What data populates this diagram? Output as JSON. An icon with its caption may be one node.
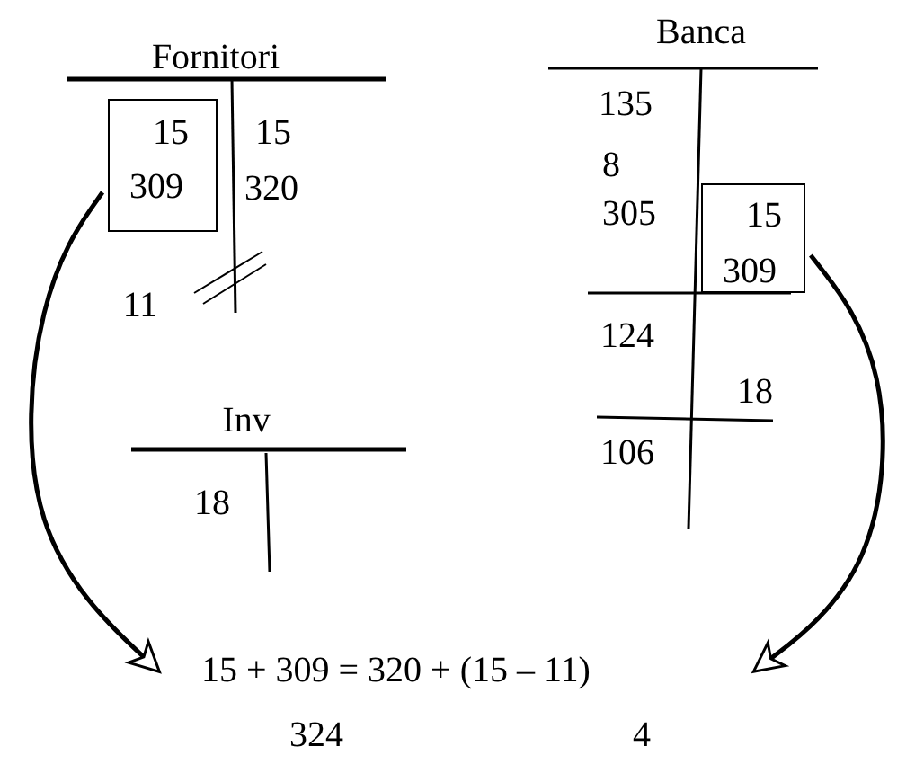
{
  "diagram": {
    "nodes": [
      {
        "text": [
          "15",
          "309"
        ]
      },
      {
        "text": [
          "15",
          "309"
        ]
      },
      {
        "text": [
          "15 + 309 = 320 + (15 – 11)"
        ]
      }
    ],
    "edges": [
      {
        "from": 0,
        "to": 2,
        "arrow": "to"
      },
      {
        "from": 1,
        "to": 2,
        "arrow": "to"
      }
    ],
    "labels": [
      "Fornitori",
      "Banca",
      "15",
      "320",
      "135",
      "8",
      "305",
      "11",
      "124",
      "18",
      "Inv",
      "106",
      "18",
      "324",
      "4"
    ]
  }
}
